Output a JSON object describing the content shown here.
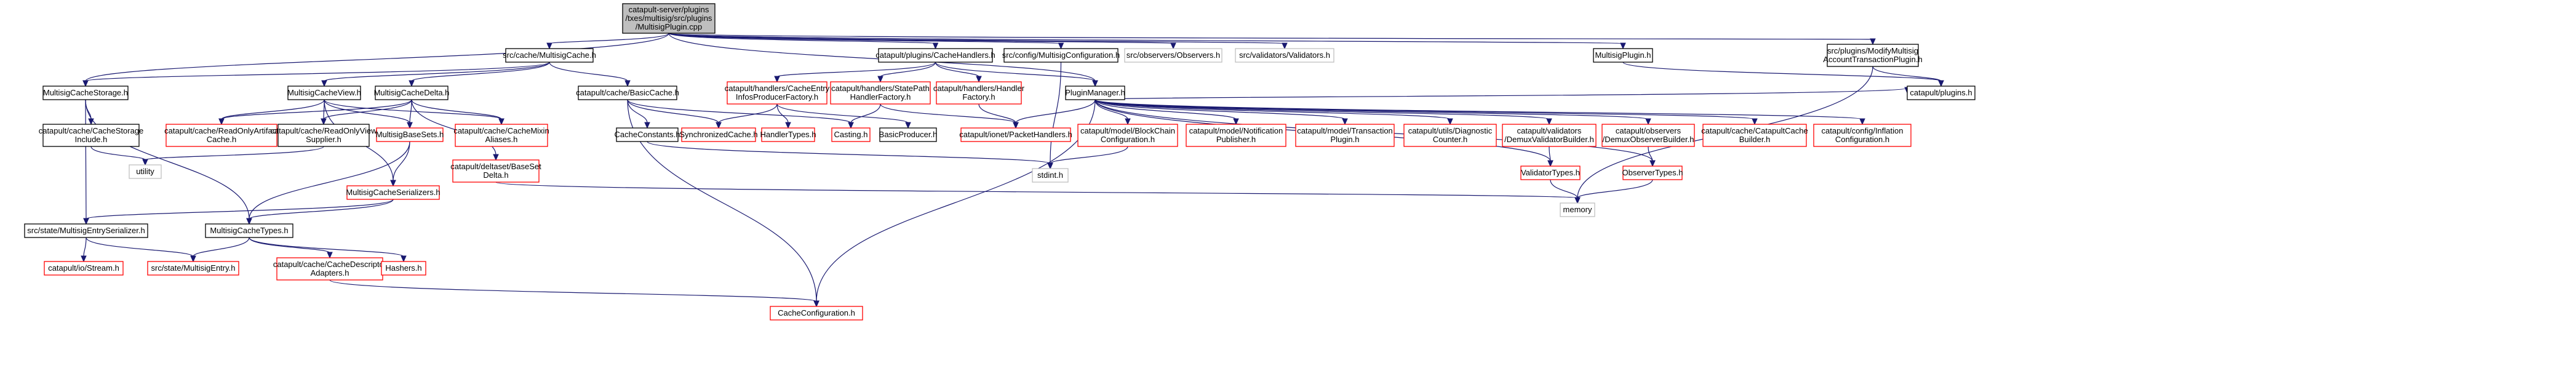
{
  "graph": {
    "colors": {
      "edge": "#191970",
      "root_fill": "#bfbfbf",
      "normal_border": "#000000",
      "truncated_border": "#ff0000",
      "external_border": "#bfbfbf"
    },
    "nodes": [
      {
        "id": "root",
        "lines": [
          "catapult-server/plugins",
          "/txes/multisig/src/plugins",
          "/MultisigPlugin.cpp"
        ],
        "kind": "root"
      },
      {
        "id": "multisigcache",
        "lines": [
          "src/cache/MultisigCache.h"
        ],
        "kind": "normal"
      },
      {
        "id": "cachehandlers",
        "lines": [
          "catapult/plugins/CacheHandlers.h"
        ],
        "kind": "normal"
      },
      {
        "id": "multisigconfig",
        "lines": [
          "src/config/MultisigConfiguration.h"
        ],
        "kind": "normal"
      },
      {
        "id": "observers",
        "lines": [
          "src/observers/Observers.h"
        ],
        "kind": "ext"
      },
      {
        "id": "validators",
        "lines": [
          "src/validators/Validators.h"
        ],
        "kind": "ext"
      },
      {
        "id": "multisigplugin",
        "lines": [
          "MultisigPlugin.h"
        ],
        "kind": "normal"
      },
      {
        "id": "modifymultisig",
        "lines": [
          "src/plugins/ModifyMultisig",
          "AccountTransactionPlugin.h"
        ],
        "kind": "normal"
      },
      {
        "id": "cachestorage",
        "lines": [
          "MultisigCacheStorage.h"
        ],
        "kind": "normal"
      },
      {
        "id": "cacheview",
        "lines": [
          "MultisigCacheView.h"
        ],
        "kind": "normal"
      },
      {
        "id": "cachedelta",
        "lines": [
          "MultisigCacheDelta.h"
        ],
        "kind": "normal"
      },
      {
        "id": "basiccache",
        "lines": [
          "catapult/cache/BasicCache.h"
        ],
        "kind": "normal"
      },
      {
        "id": "cacheentryinfos",
        "lines": [
          "catapult/handlers/CacheEntry",
          "InfosProducerFactory.h"
        ],
        "kind": "trunc"
      },
      {
        "id": "statepath",
        "lines": [
          "catapult/handlers/StatePath",
          "HandlerFactory.h"
        ],
        "kind": "trunc"
      },
      {
        "id": "handlerfactory",
        "lines": [
          "catapult/handlers/Handler",
          "Factory.h"
        ],
        "kind": "trunc"
      },
      {
        "id": "pluginmanager",
        "lines": [
          "PluginManager.h"
        ],
        "kind": "normal"
      },
      {
        "id": "storageinclude",
        "lines": [
          "catapult/cache/CacheStorage",
          "Include.h"
        ],
        "kind": "normal"
      },
      {
        "id": "readonlyartifact",
        "lines": [
          "catapult/cache/ReadOnlyArtifact",
          "Cache.h"
        ],
        "kind": "trunc"
      },
      {
        "id": "readonlyviewsupplier",
        "lines": [
          "catapult/cache/ReadOnlyView",
          "Supplier.h"
        ],
        "kind": "normal"
      },
      {
        "id": "multisigbasesets",
        "lines": [
          "MultisigBaseSets.h"
        ],
        "kind": "trunc"
      },
      {
        "id": "cachemixinaliases",
        "lines": [
          "catapult/cache/CacheMixin",
          "Aliases.h"
        ],
        "kind": "trunc"
      },
      {
        "id": "basesetdelta",
        "lines": [
          "catapult/deltaset/BaseSet",
          "Delta.h"
        ],
        "kind": "trunc"
      },
      {
        "id": "cacheconstants",
        "lines": [
          "CacheConstants.h"
        ],
        "kind": "normal"
      },
      {
        "id": "synchronizedcache",
        "lines": [
          "SynchronizedCache.h"
        ],
        "kind": "trunc"
      },
      {
        "id": "handlertypes",
        "lines": [
          "HandlerTypes.h"
        ],
        "kind": "trunc"
      },
      {
        "id": "casting",
        "lines": [
          "Casting.h"
        ],
        "kind": "trunc"
      },
      {
        "id": "basicproducer",
        "lines": [
          "BasicProducer.h"
        ],
        "kind": "normal"
      },
      {
        "id": "packethandlers",
        "lines": [
          "catapult/ionet/PacketHandlers.h"
        ],
        "kind": "trunc"
      },
      {
        "id": "blockchainconfig",
        "lines": [
          "catapult/model/BlockChain",
          "Configuration.h"
        ],
        "kind": "trunc"
      },
      {
        "id": "notificationpublisher",
        "lines": [
          "catapult/model/Notification",
          "Publisher.h"
        ],
        "kind": "trunc"
      },
      {
        "id": "transactionplugin",
        "lines": [
          "catapult/model/Transaction",
          "Plugin.h"
        ],
        "kind": "trunc"
      },
      {
        "id": "diagnosticcounter",
        "lines": [
          "catapult/utils/Diagnostic",
          "Counter.h"
        ],
        "kind": "trunc"
      },
      {
        "id": "demuxvalidator",
        "lines": [
          "catapult/validators",
          "/DemuxValidatorBuilder.h"
        ],
        "kind": "trunc"
      },
      {
        "id": "demuxobserver",
        "lines": [
          "catapult/observers",
          "/DemuxObserverBuilder.h"
        ],
        "kind": "trunc"
      },
      {
        "id": "catapultcachebuilder",
        "lines": [
          "catapult/cache/CatapultCache",
          "Builder.h"
        ],
        "kind": "trunc"
      },
      {
        "id": "inflationconfig",
        "lines": [
          "catapult/config/Inflation",
          "Configuration.h"
        ],
        "kind": "trunc"
      },
      {
        "id": "pluginsh",
        "lines": [
          "catapult/plugins.h"
        ],
        "kind": "normal"
      },
      {
        "id": "utility",
        "lines": [
          "utility"
        ],
        "kind": "ext"
      },
      {
        "id": "multisigserializers",
        "lines": [
          "MultisigCacheSerializers.h"
        ],
        "kind": "trunc"
      },
      {
        "id": "validatortypes",
        "lines": [
          "ValidatorTypes.h"
        ],
        "kind": "trunc"
      },
      {
        "id": "observertypes",
        "lines": [
          "ObserverTypes.h"
        ],
        "kind": "trunc"
      },
      {
        "id": "stdint",
        "lines": [
          "stdint.h"
        ],
        "kind": "ext"
      },
      {
        "id": "entryserializer",
        "lines": [
          "src/state/MultisigEntrySerializer.h"
        ],
        "kind": "normal"
      },
      {
        "id": "cachetypes",
        "lines": [
          "MultisigCacheTypes.h"
        ],
        "kind": "normal"
      },
      {
        "id": "memory",
        "lines": [
          "memory"
        ],
        "kind": "ext"
      },
      {
        "id": "iostream",
        "lines": [
          "catapult/io/Stream.h"
        ],
        "kind": "trunc"
      },
      {
        "id": "multisigentry",
        "lines": [
          "src/state/MultisigEntry.h"
        ],
        "kind": "trunc"
      },
      {
        "id": "descriptoradapters",
        "lines": [
          "catapult/cache/CacheDescriptor",
          "Adapters.h"
        ],
        "kind": "trunc"
      },
      {
        "id": "hashers",
        "lines": [
          "Hashers.h"
        ],
        "kind": "trunc"
      },
      {
        "id": "cacheconfiguration",
        "lines": [
          "CacheConfiguration.h"
        ],
        "kind": "trunc"
      }
    ],
    "edges": [
      [
        "root",
        "multisigcache"
      ],
      [
        "root",
        "cachehandlers"
      ],
      [
        "root",
        "multisigconfig"
      ],
      [
        "root",
        "observers"
      ],
      [
        "root",
        "validators"
      ],
      [
        "root",
        "multisigplugin"
      ],
      [
        "root",
        "modifymultisig"
      ],
      [
        "root",
        "cachestorage"
      ],
      [
        "root",
        "pluginmanager"
      ],
      [
        "multisigcache",
        "cachestorage"
      ],
      [
        "multisigcache",
        "cacheview"
      ],
      [
        "multisigcache",
        "cachedelta"
      ],
      [
        "multisigcache",
        "basiccache"
      ],
      [
        "cachehandlers",
        "cacheentryinfos"
      ],
      [
        "cachehandlers",
        "statepath"
      ],
      [
        "cachehandlers",
        "handlerfactory"
      ],
      [
        "cachehandlers",
        "pluginmanager"
      ],
      [
        "multisigconfig",
        "stdint"
      ],
      [
        "multisigplugin",
        "pluginsh"
      ],
      [
        "modifymultisig",
        "pluginsh"
      ],
      [
        "modifymultisig",
        "memory"
      ],
      [
        "cachestorage",
        "storageinclude"
      ],
      [
        "cachestorage",
        "entryserializer"
      ],
      [
        "cachestorage",
        "cachetypes"
      ],
      [
        "storageinclude",
        "utility"
      ],
      [
        "cacheview",
        "readonlyartifact"
      ],
      [
        "cacheview",
        "readonlyviewsupplier"
      ],
      [
        "cacheview",
        "multisigbasesets"
      ],
      [
        "cacheview",
        "cachemixinaliases"
      ],
      [
        "cacheview",
        "multisigserializers"
      ],
      [
        "cachedelta",
        "readonlyartifact"
      ],
      [
        "cachedelta",
        "readonlyviewsupplier"
      ],
      [
        "cachedelta",
        "multisigbasesets"
      ],
      [
        "cachedelta",
        "cachemixinaliases"
      ],
      [
        "cachedelta",
        "basesetdelta"
      ],
      [
        "readonlyviewsupplier",
        "utility"
      ],
      [
        "multisigbasesets",
        "multisigserializers"
      ],
      [
        "multisigbasesets",
        "cachetypes"
      ],
      [
        "basesetdelta",
        "memory"
      ],
      [
        "multisigserializers",
        "entryserializer"
      ],
      [
        "multisigserializers",
        "cachetypes"
      ],
      [
        "entryserializer",
        "iostream"
      ],
      [
        "entryserializer",
        "multisigentry"
      ],
      [
        "cachetypes",
        "multisigentry"
      ],
      [
        "cachetypes",
        "descriptoradapters"
      ],
      [
        "cachetypes",
        "hashers"
      ],
      [
        "descriptoradapters",
        "cacheconfiguration"
      ],
      [
        "basiccache",
        "cacheconstants"
      ],
      [
        "basiccache",
        "synchronizedcache"
      ],
      [
        "basiccache",
        "casting"
      ],
      [
        "basiccache",
        "cacheconfiguration"
      ],
      [
        "cacheconstants",
        "stdint"
      ],
      [
        "cacheentryinfos",
        "synchronizedcache"
      ],
      [
        "cacheentryinfos",
        "handlertypes"
      ],
      [
        "cacheentryinfos",
        "basicproducer"
      ],
      [
        "statepath",
        "casting"
      ],
      [
        "statepath",
        "packethandlers"
      ],
      [
        "handlerfactory",
        "packethandlers"
      ],
      [
        "pluginmanager",
        "packethandlers"
      ],
      [
        "pluginmanager",
        "blockchainconfig"
      ],
      [
        "pluginmanager",
        "notificationpublisher"
      ],
      [
        "pluginmanager",
        "transactionplugin"
      ],
      [
        "pluginmanager",
        "diagnosticcounter"
      ],
      [
        "pluginmanager",
        "demuxvalidator"
      ],
      [
        "pluginmanager",
        "demuxobserver"
      ],
      [
        "pluginmanager",
        "catapultcachebuilder"
      ],
      [
        "pluginmanager",
        "inflationconfig"
      ],
      [
        "pluginmanager",
        "pluginsh"
      ],
      [
        "pluginmanager",
        "validatortypes"
      ],
      [
        "pluginmanager",
        "observertypes"
      ],
      [
        "pluginmanager",
        "cacheconfiguration"
      ],
      [
        "blockchainconfig",
        "stdint"
      ],
      [
        "demuxvalidator",
        "validatortypes"
      ],
      [
        "demuxobserver",
        "observertypes"
      ],
      [
        "validatortypes",
        "memory"
      ],
      [
        "observertypes",
        "memory"
      ]
    ]
  }
}
